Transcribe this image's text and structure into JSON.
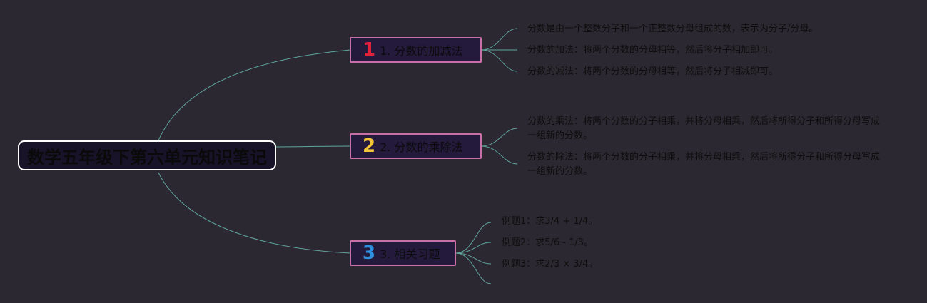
{
  "root": {
    "label": "数学五年级下第六单元知识笔记"
  },
  "branches": [
    {
      "number": "1",
      "label": "1. 分数的加减法",
      "badge_color": "#e2213a",
      "leaves": [
        "分数是由一个整数分子和一个正整数分母组成的数，表示为分子/分母。",
        "分数的加法：将两个分数的分母相等，然后将分子相加即可。",
        "分数的减法：将两个分数的分母相等，然后将分子相减即可。"
      ]
    },
    {
      "number": "2",
      "label": "2. 分数的乘除法",
      "badge_color": "#f2c43a",
      "leaves": [
        "分数的乘法：将两个分数的分子相乘，并将分母相乘，然后将所得分子和所得分母写成一组新的分数。",
        "分数的除法：将两个分数的分子相乘，并将分母相乘，然后将所得分子和所得分母写成一组新的分数。"
      ]
    },
    {
      "number": "3",
      "label": "3. 相关习题",
      "badge_color": "#2f8fe0",
      "leaves": [
        "例题1：求3/4 + 1/4。",
        "例题2：求5/6 - 1/3。",
        "例题3：求2/3 × 3/4。"
      ]
    }
  ],
  "colors": {
    "background": "#2c2831",
    "connector": "#5fa59c",
    "branch_border": "#c86fa9"
  }
}
